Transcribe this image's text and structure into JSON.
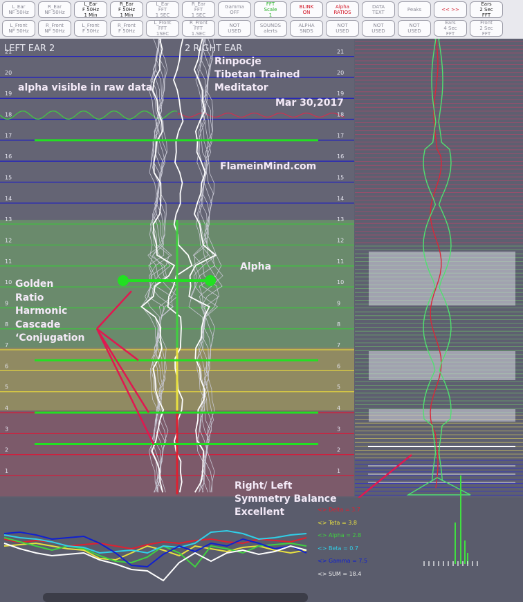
{
  "toolbar": {
    "row1": [
      {
        "label": "L_Ear\nNF 50Hz",
        "color": "#8a8a96"
      },
      {
        "label": "R_Ear\nNF 50Hz",
        "color": "#8a8a96"
      },
      {
        "label": "L_Ear\nF 50Hz\n1 Min",
        "color": "#1a1a1a"
      },
      {
        "label": "R_Ear\nF 50Hz\n1 Min",
        "color": "#1a1a1a"
      },
      {
        "label": "L_Ear\nFFT\n1 SEC",
        "color": "#8a8a96"
      },
      {
        "label": "R_Ear\nFFT\n1 SEC",
        "color": "#8a8a96"
      },
      {
        "label": "Gamma\nOFF",
        "color": "#8a8a96"
      },
      {
        "label": "FFT\nScale\n1",
        "color": "#22b022"
      },
      {
        "label": "BLINK\nON",
        "color": "#d01020"
      },
      {
        "label": "Alpha\nRATIOS",
        "color": "#d01020"
      },
      {
        "label": "DATA\nTEXT",
        "color": "#8a8a96"
      },
      {
        "label": "Peaks",
        "color": "#8a8a96"
      },
      {
        "label": "<< >>",
        "color": "#d01020"
      },
      {
        "label": "Ears\n2 Sec\nFFT",
        "color": "#1a1a1a"
      }
    ],
    "row2": [
      {
        "label": "L_Front\nNF 50Hz",
        "color": "#8a8a96"
      },
      {
        "label": "R_Front\nNF 50Hz",
        "color": "#8a8a96"
      },
      {
        "label": "L_Front\nF 50Hz",
        "color": "#8a8a96"
      },
      {
        "label": "R_Front\nF 50Hz",
        "color": "#8a8a96"
      },
      {
        "label": "L_Front\nFFT\n1SEC",
        "color": "#8a8a96"
      },
      {
        "label": "R_Front\nFFT\n1.SEC",
        "color": "#8a8a96"
      },
      {
        "label": "NOT\nUSED",
        "color": "#8a8a96"
      },
      {
        "label": "SOUNDS\nalerts",
        "color": "#8a8a96"
      },
      {
        "label": "ALPHA\nSNDS",
        "color": "#8a8a96"
      },
      {
        "label": "NOT\nUSED",
        "color": "#8a8a96"
      },
      {
        "label": "NOT\nUSED",
        "color": "#8a8a96"
      },
      {
        "label": "NOT\nUSED",
        "color": "#8a8a96"
      },
      {
        "label": "Ears\n4 Sec\nFFT",
        "color": "#8a8a96"
      },
      {
        "label": "Front\n2 Sec\nFFT",
        "color": "#8a8a96"
      }
    ]
  },
  "headers": {
    "left": "LEFT EAR 2",
    "right": "2 RIGHT EAR"
  },
  "chart_data": {
    "type": "line",
    "y_ticks": [
      1,
      2,
      3,
      4,
      5,
      6,
      7,
      8,
      9,
      10,
      11,
      12,
      13,
      14,
      15,
      16,
      17,
      18,
      19,
      20,
      21
    ],
    "ylim": [
      0,
      21.5
    ],
    "band_colors": {
      "delta": "#a0324e",
      "theta": "#c8c040",
      "alpha": "#3fae3f",
      "beta": "#3f9bd0",
      "gamma": "#2030a0"
    },
    "gridline_colors": {
      "delta": "#d21e3c",
      "theta": "#e0d040",
      "alpha": "#40c040",
      "beta": "#30a0d0",
      "gamma": "#2020c0"
    }
  },
  "annotations": {
    "meditator": "Rinpocje\nTibetan Trained\nMeditator",
    "alpha_visible": "alpha visible in raw data",
    "date": "Mar 30,2017",
    "site": "FlameinMind.com",
    "alpha": "Alpha",
    "golden": "Golden\nRatio\nHarmonic\nCascade\n‘Conjugation",
    "symmetry": "Right/ Left\nSymmetry Balance\nExcellent"
  },
  "legend": [
    {
      "label": "<> Delta = 3.7",
      "color": "#e02030"
    },
    {
      "label": "<> Teta = 3.8",
      "color": "#e8e040"
    },
    {
      "label": "<> Alpha = 2.8",
      "color": "#40d040"
    },
    {
      "label": "<> Beta = 0.7",
      "color": "#30d0e8"
    },
    {
      "label": "<> Gamma = 7.5",
      "color": "#1020d0"
    },
    {
      "label": "<> SUM = 18.4",
      "color": "#f0f0f0"
    }
  ]
}
